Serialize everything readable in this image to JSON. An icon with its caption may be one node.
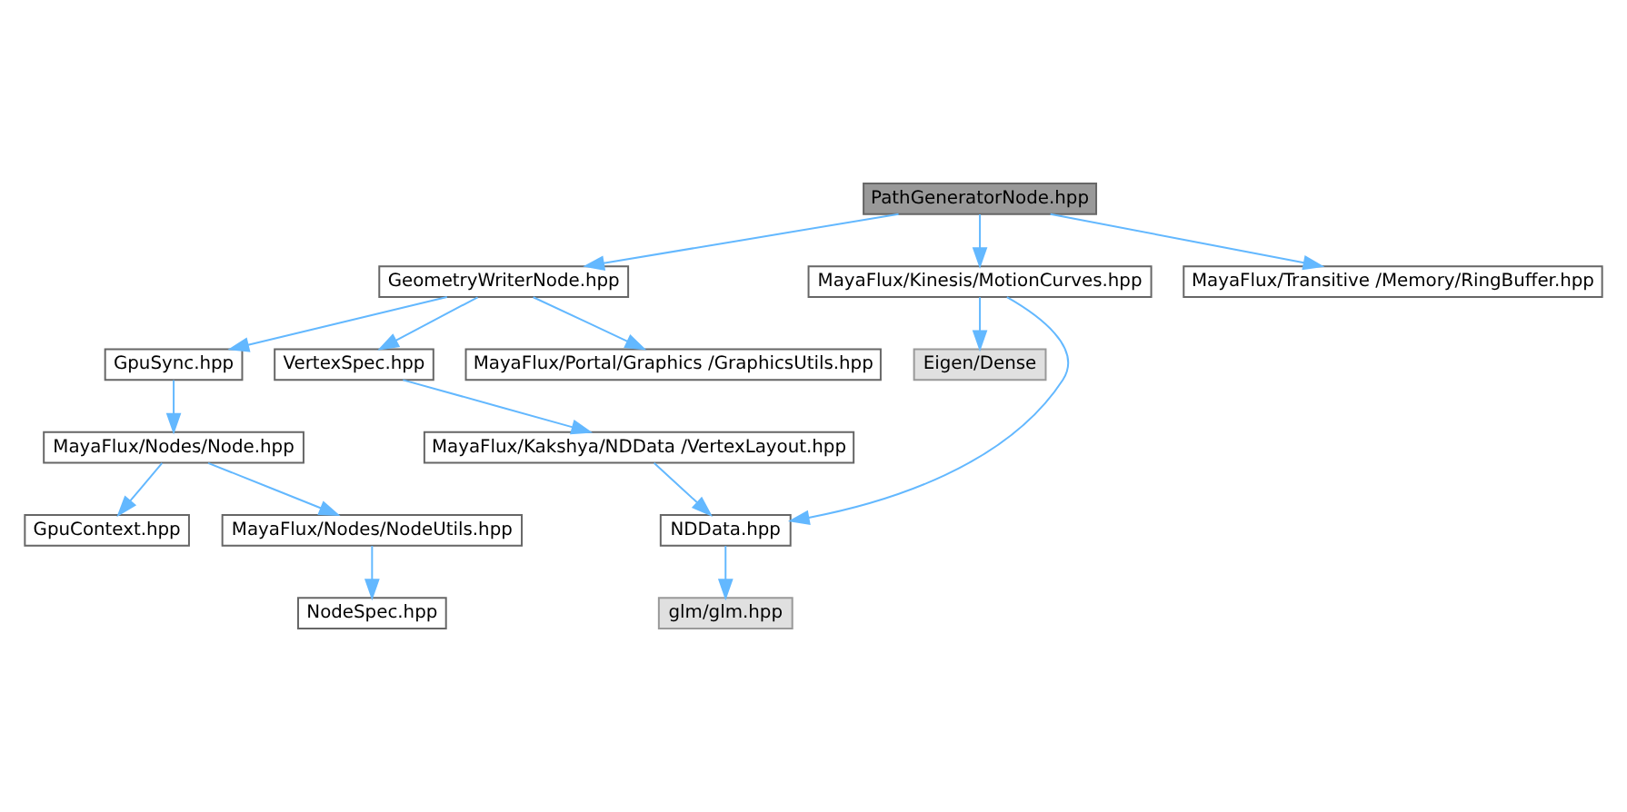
{
  "diagram": {
    "nodes": [
      {
        "text": [
          "PathGeneratorNode.hpp"
        ]
      },
      {
        "text": [
          "GeometryWriterNode.hpp"
        ]
      },
      {
        "text": [
          "MayaFlux/Kinesis/MotionCurves.hpp"
        ]
      },
      {
        "text": [
          "MayaFlux/Transitive /Memory/RingBuffer.hpp"
        ]
      },
      {
        "text": [
          "GpuSync.hpp"
        ]
      },
      {
        "text": [
          "VertexSpec.hpp"
        ]
      },
      {
        "text": [
          "MayaFlux/Portal/Graphics /GraphicsUtils.hpp"
        ]
      },
      {
        "text": [
          "Eigen/Dense"
        ]
      },
      {
        "text": [
          "MayaFlux/Nodes/Node.hpp"
        ]
      },
      {
        "text": [
          "MayaFlux/Kakshya/NDData /VertexLayout.hpp"
        ]
      },
      {
        "text": [
          "GpuContext.hpp"
        ]
      },
      {
        "text": [
          "MayaFlux/Nodes/NodeUtils.hpp"
        ]
      },
      {
        "text": [
          "NDData.hpp"
        ]
      },
      {
        "text": [
          "NodeSpec.hpp"
        ]
      },
      {
        "text": [
          "glm/glm.hpp"
        ]
      }
    ],
    "edges": [
      {
        "from": 0,
        "to": 1,
        "arrow": "to"
      },
      {
        "from": 0,
        "to": 2,
        "arrow": "to"
      },
      {
        "from": 0,
        "to": 3,
        "arrow": "to"
      },
      {
        "from": 1,
        "to": 4,
        "arrow": "to"
      },
      {
        "from": 1,
        "to": 5,
        "arrow": "to"
      },
      {
        "from": 1,
        "to": 6,
        "arrow": "to"
      },
      {
        "from": 2,
        "to": 12,
        "arrow": "to"
      },
      {
        "from": 2,
        "to": 7,
        "arrow": "to"
      },
      {
        "from": 4,
        "to": 8,
        "arrow": "to"
      },
      {
        "from": 5,
        "to": 9,
        "arrow": "to"
      },
      {
        "from": 8,
        "to": 10,
        "arrow": "to"
      },
      {
        "from": 8,
        "to": 11,
        "arrow": "to"
      },
      {
        "from": 9,
        "to": 12,
        "arrow": "to"
      },
      {
        "from": 11,
        "to": 13,
        "arrow": "to"
      },
      {
        "from": 12,
        "to": 14,
        "arrow": "to"
      }
    ]
  }
}
